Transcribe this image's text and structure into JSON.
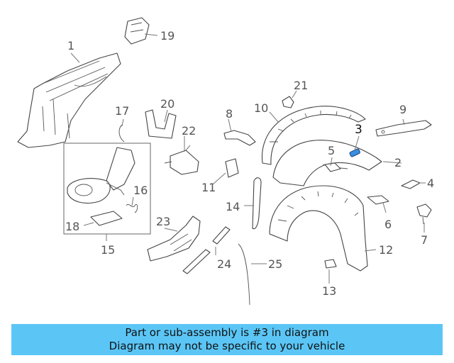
{
  "callouts": [
    "1",
    "2",
    "3",
    "4",
    "5",
    "6",
    "7",
    "8",
    "9",
    "10",
    "11",
    "12",
    "13",
    "14",
    "15",
    "16",
    "17",
    "18",
    "19",
    "20",
    "21",
    "22",
    "23",
    "24",
    "25"
  ],
  "highlighted_callout": "3",
  "banner": {
    "line1": "Part or sub-assembly is #3 in diagram",
    "line2": "Diagram may not be specific to your vehicle"
  },
  "colors": {
    "banner_bg": "#5bc6f6",
    "highlight": "#3a8fe0"
  }
}
